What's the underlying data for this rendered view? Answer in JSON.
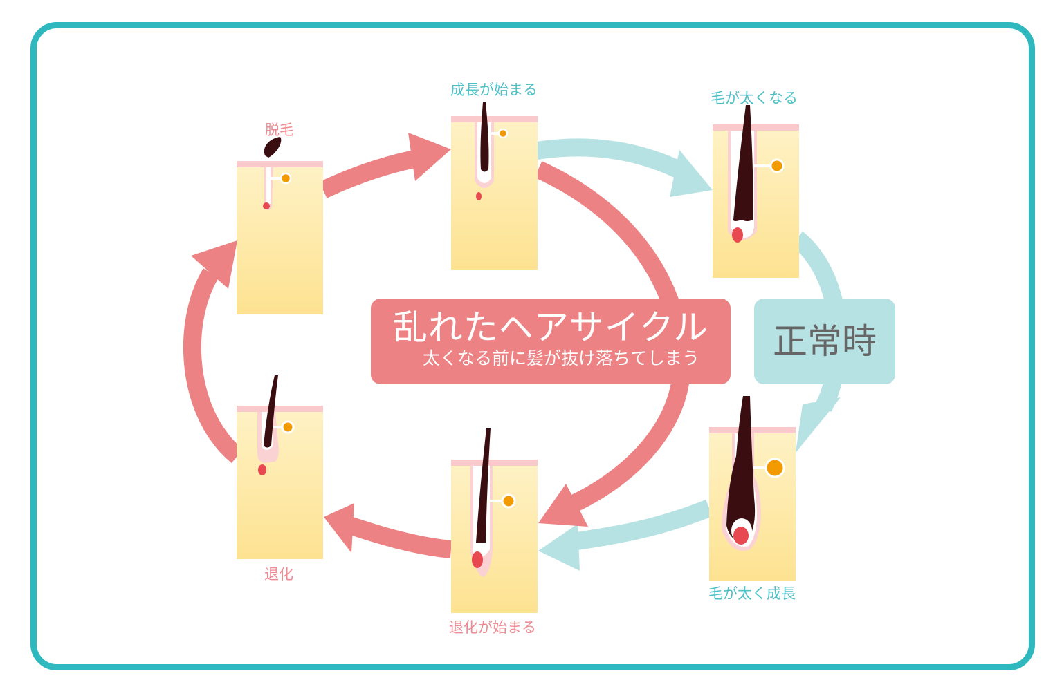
{
  "colors": {
    "frame": "#2fb8bd",
    "disturbed_arrow": "#ec8283",
    "normal_arrow": "#b7e2e3",
    "skin": "#fde59a",
    "skin_top": "#f9c9cc",
    "hair": "#3a0e10",
    "papilla": "#e8484f",
    "gland": "#f39a00"
  },
  "center_box": {
    "title": "乱れたヘアサイクル",
    "subtitle": "太くなる前に髪が抜け落ちてしまう"
  },
  "normal_box": {
    "title": "正常時"
  },
  "stages": [
    {
      "id": "shedding",
      "label": "脱毛",
      "cycle": "disturbed"
    },
    {
      "id": "growth-start",
      "label": "成長が始まる",
      "cycle": "both"
    },
    {
      "id": "thickening",
      "label": "毛が太くなる",
      "cycle": "normal"
    },
    {
      "id": "thick-growth",
      "label": "毛が太く成長",
      "cycle": "normal"
    },
    {
      "id": "regression-start",
      "label": "退化が始まる",
      "cycle": "both"
    },
    {
      "id": "regression",
      "label": "退化",
      "cycle": "disturbed"
    }
  ],
  "flows": [
    {
      "from": "growth-start",
      "to": "thickening",
      "cycle": "normal"
    },
    {
      "from": "thickening",
      "to": "thick-growth",
      "cycle": "normal"
    },
    {
      "from": "thick-growth",
      "to": "regression-start",
      "cycle": "normal"
    },
    {
      "from": "growth-start",
      "to": "regression-start",
      "cycle": "disturbed"
    },
    {
      "from": "regression-start",
      "to": "regression",
      "cycle": "disturbed"
    },
    {
      "from": "regression",
      "to": "shedding",
      "cycle": "disturbed"
    },
    {
      "from": "shedding",
      "to": "growth-start",
      "cycle": "disturbed"
    }
  ]
}
